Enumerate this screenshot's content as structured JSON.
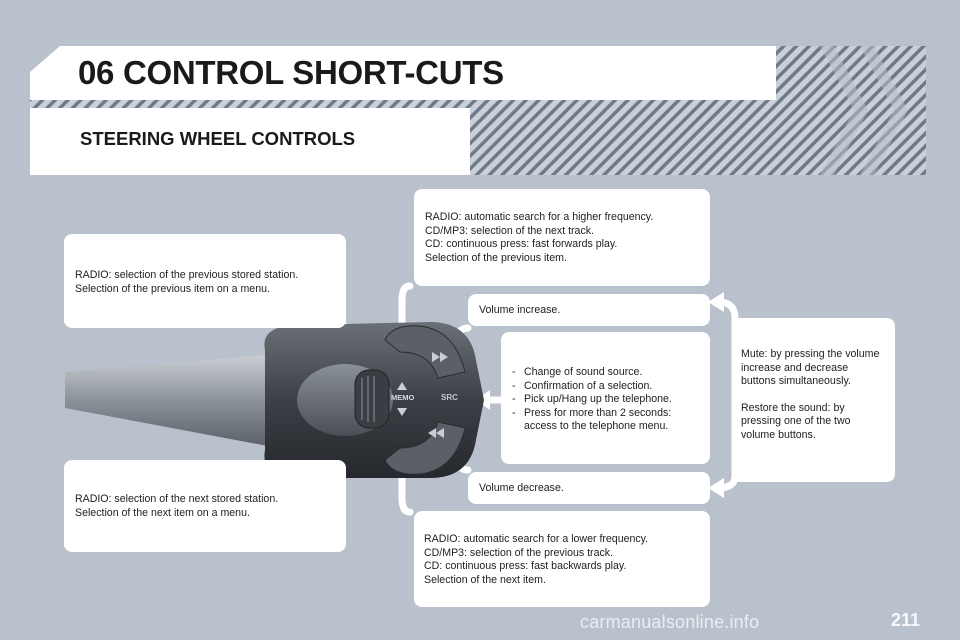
{
  "header": {
    "title": "06 CONTROL SHORT-CUTS",
    "subtitle": "STEERING WHEEL CONTROLS"
  },
  "callouts": {
    "top_left": [
      "RADIO: selection of the previous stored station.",
      "Selection of the previous item on a menu."
    ],
    "bottom_left": [
      "RADIO: selection of the next stored station.",
      "Selection of the next item on a menu."
    ],
    "top_center": [
      "RADIO: automatic search for a higher frequency.",
      "CD/MP3: selection of the next track.",
      "CD: continuous press: fast forwards play.",
      "Selection of the previous item."
    ],
    "volume_up": "Volume increase.",
    "center_list": [
      "Change of sound source.",
      "Confirmation of a selection.",
      "Pick up/Hang up the telephone.",
      "Press for more than 2 seconds: access to the telephone menu."
    ],
    "volume_down": "Volume decrease.",
    "bottom_center": [
      "RADIO: automatic search for a lower frequency.",
      "CD/MP3: selection of the previous track.",
      "CD: continuous press: fast backwards play.",
      "Selection of the next item."
    ],
    "mute": [
      "Mute: by pressing the volume increase and decrease buttons simultaneously.",
      "Restore the sound: by pressing one of the two volume buttons."
    ]
  },
  "control_labels": {
    "memo": "MEMO",
    "src": "SRC"
  },
  "page_number": "211",
  "watermark": "carmanualsonline.info",
  "colors": {
    "background": "#b9c1cc",
    "panel": "#ffffff",
    "stripe": "#6f7a89",
    "arrow": "#ffffff"
  }
}
